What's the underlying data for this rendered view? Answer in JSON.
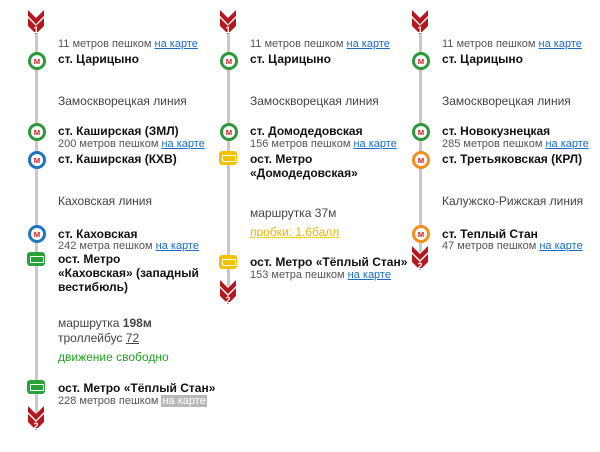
{
  "colors": {
    "metro_green": "#2b9a3a",
    "metro_blue": "#1d76bd",
    "metro_orange": "#f0901a",
    "bus_green": "#27a23a",
    "bus_yellow": "#f2c200",
    "route_line": "#c9c9c9",
    "pin_red": "#b3181f"
  },
  "col1": {
    "pin_top": "1",
    "walk0": "11 метров пешком",
    "walk0_link": "на карте",
    "st0": "ст. Царицыно",
    "line1": "Замоскворецкая линия",
    "st1": "ст. Каширская (ЗМЛ)",
    "walk1": "200 метров пешком",
    "walk1_link": "на карте",
    "st2": "ст. Каширская (КХВ)",
    "line2": "Каховская линия",
    "st3": "ст. Каховская",
    "walk3": "242 метра пешком",
    "walk3_link": "на карте",
    "bus_stop1_a": "ост. Метро",
    "bus_stop1_b": "«Каховская» (западный",
    "bus_stop1_c": "вестибюль)",
    "transit1": "маршрутка",
    "transit1_num": "198м",
    "transit2": "троллейбус",
    "transit2_num": "72",
    "traffic": "движение свободно",
    "bus_stop2": "ост. Метро «Тёплый Стан»",
    "walk_end": "228 метров пешком",
    "walk_end_link": "на карте",
    "pin_bottom": "2"
  },
  "col2": {
    "pin_top": "1",
    "walk0": "11 метров пешком",
    "walk0_link": "на карте",
    "st0": "ст. Царицыно",
    "line1": "Замоскворецкая линия",
    "st1": "ст. Домодедовская",
    "walk1": "156 метров пешком",
    "walk1_link": "на карте",
    "bus_stop1_a": "ост. Метро",
    "bus_stop1_b": "«Домодедовская»",
    "transit1": "маршрутка 37м",
    "traffic": "пробки: 1.6балл",
    "bus_stop2": "ост. Метро «Тёплый Стан»",
    "walk_end": "153 метра пешком",
    "walk_end_link": "на карте",
    "pin_bottom": "2"
  },
  "col3": {
    "pin_top": "1",
    "walk0": "11 метров пешком",
    "walk0_link": "на карте",
    "st0": "ст. Царицыно",
    "line1": "Замоскворецкая линия",
    "st1": "ст. Новокузнецкая",
    "walk1": "285 метров пешком",
    "walk1_link": "на карте",
    "st2": "ст. Третьяковская (КРЛ)",
    "line2": "Калужско-Рижская линия",
    "st3": "ст. Теплый Стан",
    "walk3": "47 метров пешком",
    "walk3_link": "на карте",
    "pin_bottom": "2"
  }
}
